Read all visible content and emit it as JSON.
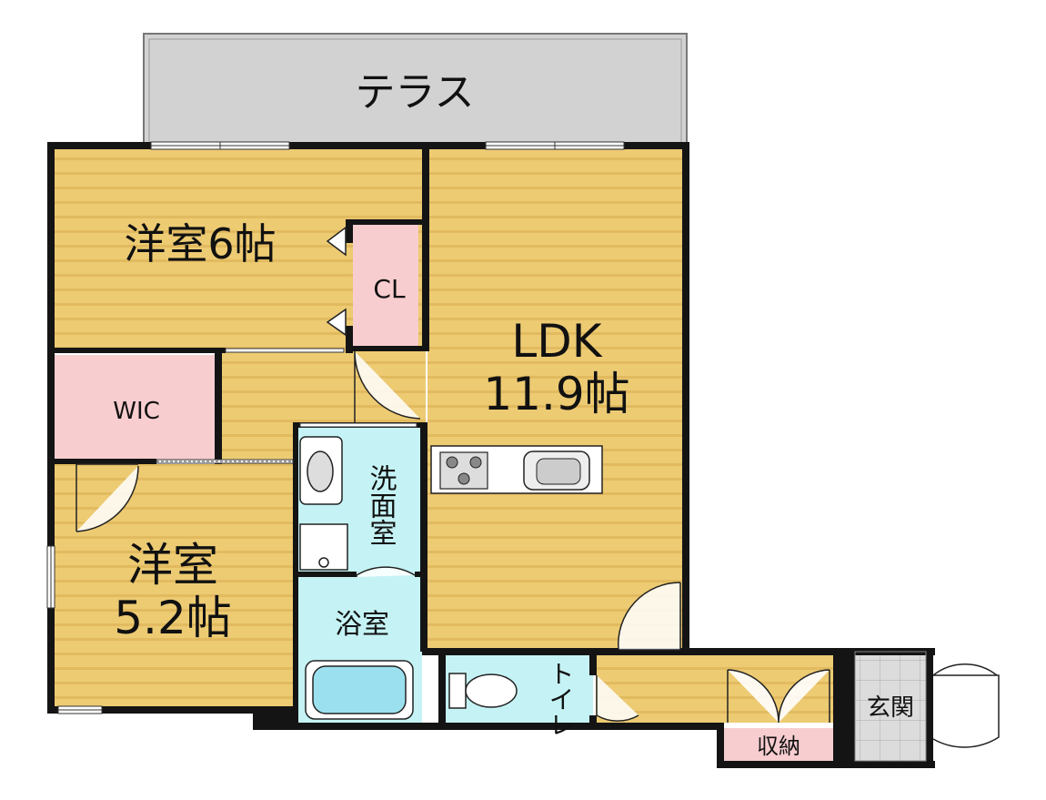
{
  "colors": {
    "wood": "#EDCB73",
    "wood_stripe": "#E1B95C",
    "wall": "#141414",
    "terrace": "#D2D2D2",
    "closet_pink": "#F7CDCF",
    "wet_cyan": "#C5F3F5",
    "entrance_gray": "#DDDDDD"
  },
  "rooms": {
    "terrace": "テラス",
    "bedroom1": "洋室6帖",
    "closet": "CL",
    "ldk_name": "LDK",
    "ldk_size": "11.9帖",
    "wic": "WIC",
    "bedroom2_name": "洋室",
    "bedroom2_size": "5.2帖",
    "washroom": "洗面室",
    "bath": "浴室",
    "toilet": "トイレ",
    "storage": "収納",
    "entrance": "玄関"
  }
}
